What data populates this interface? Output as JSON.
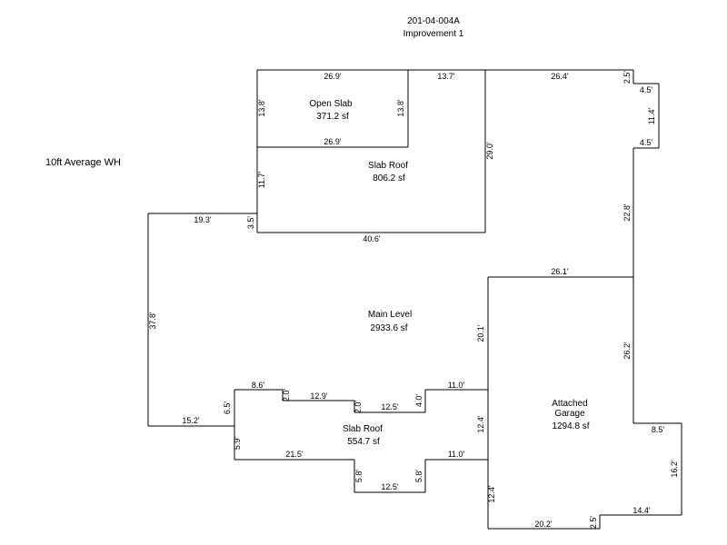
{
  "header": {
    "parcel": "201-04-004A",
    "improvement": "Improvement 1"
  },
  "note": "10ft Average WH",
  "areas": {
    "open_slab": {
      "name": "Open Slab",
      "size": "371.2 sf"
    },
    "slab_roof_top": {
      "name": "Slab Roof",
      "size": "806.2 sf"
    },
    "main_level": {
      "name": "Main Level",
      "size": "2933.6 sf"
    },
    "slab_roof_bottom": {
      "name": "Slab Roof",
      "size": "554.7 sf"
    },
    "garage": {
      "name_line1": "Attached",
      "name_line2": "Garage",
      "size": "1294.8 sf"
    }
  },
  "dims": {
    "open_top": "26.9'",
    "open_left": "13.8'",
    "open_right": "13.8'",
    "open_bottom": "26.9'",
    "top_mid": "13.7'",
    "top_right": "26.4'",
    "right_2_5_top": "2.5'",
    "right_4_5_top": "4.5'",
    "right_11_4": "11.4'",
    "right_4_5_bot": "4.5'",
    "roof_right": "29.0'",
    "roof_left": "11.7'",
    "left_3_5": "3.5'",
    "left_19_3": "19.3'",
    "roof_bottom": "40.6'",
    "right_22_8": "22.8'",
    "left_37_8": "37.8'",
    "garage_top": "26.1'",
    "main_20_1": "20.1'",
    "garage_right_26_2": "26.2'",
    "b_8_6": "8.6'",
    "b_2_0_a": "2.0'",
    "b_12_9": "12.9'",
    "b_2_0_b": "2.0'",
    "b_12_5_top": "12.5'",
    "b_4_0": "4.0'",
    "b_11_0_top": "11.0'",
    "b_6_5": "6.5'",
    "b_15_2": "15.2'",
    "b_12_4_top": "12.4'",
    "g_8_5": "8.5'",
    "b_5_9": "5.9'",
    "b_21_5": "21.5'",
    "b_11_0_bot": "11.0'",
    "g_16_2": "16.2'",
    "b_5_8_left": "5.8'",
    "b_5_8_right": "5.8'",
    "b_12_5_bot": "12.5'",
    "g_12_4_bot": "12.4'",
    "g_14_4": "14.4'",
    "g_20_2": "20.2'",
    "g_2_5": "2.5'"
  }
}
